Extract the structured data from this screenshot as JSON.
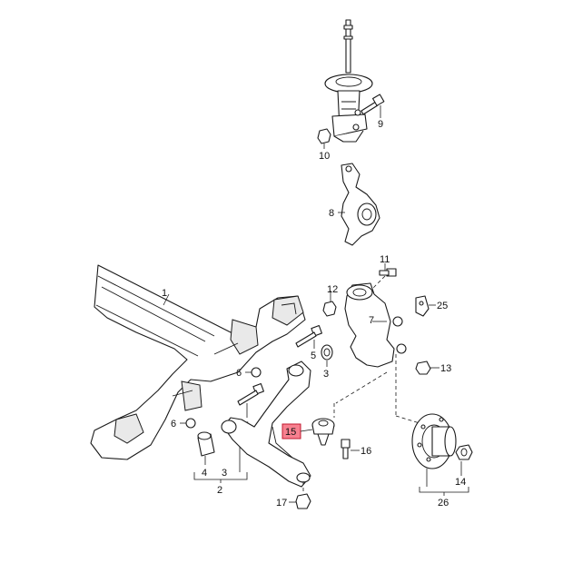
{
  "diagram": {
    "highlight_color": "#f7808f",
    "labels": {
      "p1": "1",
      "p2": "2",
      "p3a": "3",
      "p3b": "3",
      "p4": "4",
      "p5a": "5",
      "p5b": "5",
      "p6a": "6",
      "p6b": "6",
      "p7": "7",
      "p8": "8",
      "p9": "9",
      "p10": "10",
      "p11": "11",
      "p12": "12",
      "p13": "13",
      "p14": "14",
      "p15": "15",
      "p16": "16",
      "p17": "17",
      "p25": "25",
      "p26": "26"
    }
  }
}
